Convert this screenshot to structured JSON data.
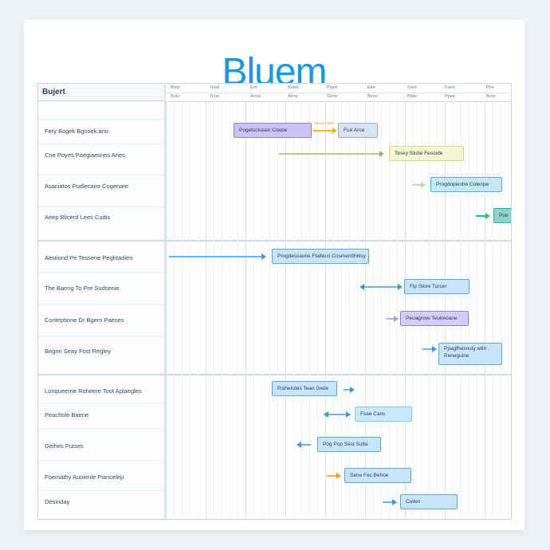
{
  "app": {
    "title": "Bluem"
  },
  "chart": {
    "header_label": "Bujert",
    "timescale_top": [
      "Brep",
      "Toad",
      "Erd",
      "Rued",
      "Paed",
      "Ebe",
      "Sred",
      "Fued",
      "Phe"
    ],
    "timescale_bottom": [
      "Bulu",
      "Toue",
      "Acea",
      "Aene",
      "Gerie",
      "Bese",
      "Bleie",
      "Ppee",
      "Bure"
    ],
    "rows": [
      "Fery Bogek Bgcoek.ano",
      "Cne Poyes Paegiaesnes Aries",
      "Asaciatos Pudlecaire Cogenare",
      "Aeep Blicerd Lees Cudis",
      "Aestiond Pe Tessene Peghtadien",
      "The Baeng To Pre Sudsenie",
      "Conteptione Dr Bgern Paeses",
      "Begrin Seay Fost Regley",
      "Lonqueerne Roheere Toot Aplaegles",
      "Peachole Baene",
      "Geihes Putses",
      "Foemathy Auoienle Piancelep",
      "Desinday"
    ],
    "bars": [
      {
        "label": "Pogetsctusen Coepe",
        "mini": ""
      },
      {
        "label": "Fue Aroe",
        "mini": ""
      },
      {
        "label": "Tesey Stutie Fesoide",
        "mini": ""
      },
      {
        "label": "Progdopieshe Colenpe",
        "mini": ""
      },
      {
        "label": "Poe",
        "mini": ""
      },
      {
        "label": "Progdessiame Ftalteco Cosmentthitlsy",
        "mini": ""
      },
      {
        "label": "Fip Store Turcer",
        "mini": ""
      },
      {
        "label": "Peoagnive Teotteoane",
        "mini": ""
      },
      {
        "label": "Ppagfhesnuty wtih Reneguine",
        "mini": ""
      },
      {
        "label": "Rslherules Tean Gede",
        "mini": ""
      },
      {
        "label": "Fsae Cans",
        "mini": ""
      },
      {
        "label": "Pog Pop Sest Sutte",
        "mini": ""
      },
      {
        "label": "Sene Fec Behoe",
        "mini": ""
      },
      {
        "label": "Cuilen",
        "mini": ""
      }
    ],
    "arrow_note": "Sluesa Sllda"
  },
  "colors": {
    "brand": "#1a97e0",
    "bar_purple": "#c9c4f3",
    "bar_purple_border": "#8e86de",
    "bar_gray": "#d9e2ef",
    "bar_yellow": "#f3f6d0",
    "bar_yellow_border": "#cfd98a",
    "bar_cyan": "#bfe9f7",
    "bar_cyan_border": "#43b6dc",
    "bar_teal": "#5cc7b6",
    "bar_blue": "#c8e4fb",
    "bar_blue_border": "#5aa8e6"
  }
}
